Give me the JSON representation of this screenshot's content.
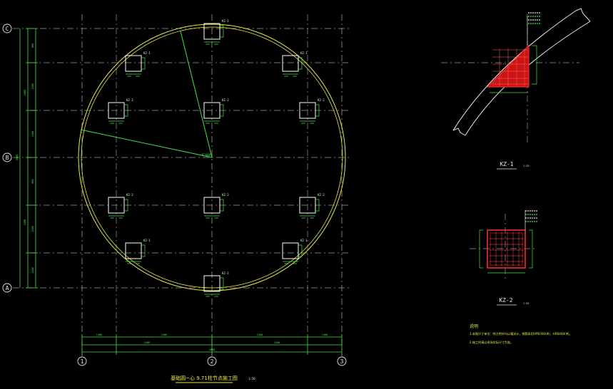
{
  "axes": {
    "rows": [
      "C",
      "B",
      "A"
    ],
    "cols": [
      "1",
      "2",
      "3"
    ]
  },
  "titles": {
    "plan": "基础圆~心 9.71柱节点施工图",
    "plan_scale": "1:50",
    "kz1": "KZ-1",
    "kz1_scale": "1:25",
    "kz2": "KZ-2",
    "kz2_scale": "1:25"
  },
  "notes": {
    "heading": "说明",
    "line1": "1.本图尺寸单位：除注明外均以毫米计，钢筋采用HPB300(Φ)，HRB400(Φ)。",
    "line2": "2.施工时请以现场实际尺寸为准。"
  },
  "column_tags": {
    "kz1": "KZ-1",
    "kz2": "KZ-2"
  },
  "dims": {
    "bottom_row1": [
      "1400",
      "2400",
      "2400",
      "1400"
    ],
    "bottom_row2": [
      "2400",
      "2400"
    ],
    "bottom_total": "4800",
    "left_row1": [
      "600",
      "1200",
      "1200",
      "600",
      "1200",
      "1200"
    ],
    "left_row2": [
      "2400",
      "2400"
    ],
    "left_total": "4800",
    "col_small": "400",
    "center_label": "R2400"
  },
  "colors": {
    "grid": "#9a9a9a",
    "circle": "#e8e84a",
    "dim": "#48e048",
    "column": "#ffffff",
    "rebar": "#ff3030",
    "hatch": "#cc1414"
  }
}
